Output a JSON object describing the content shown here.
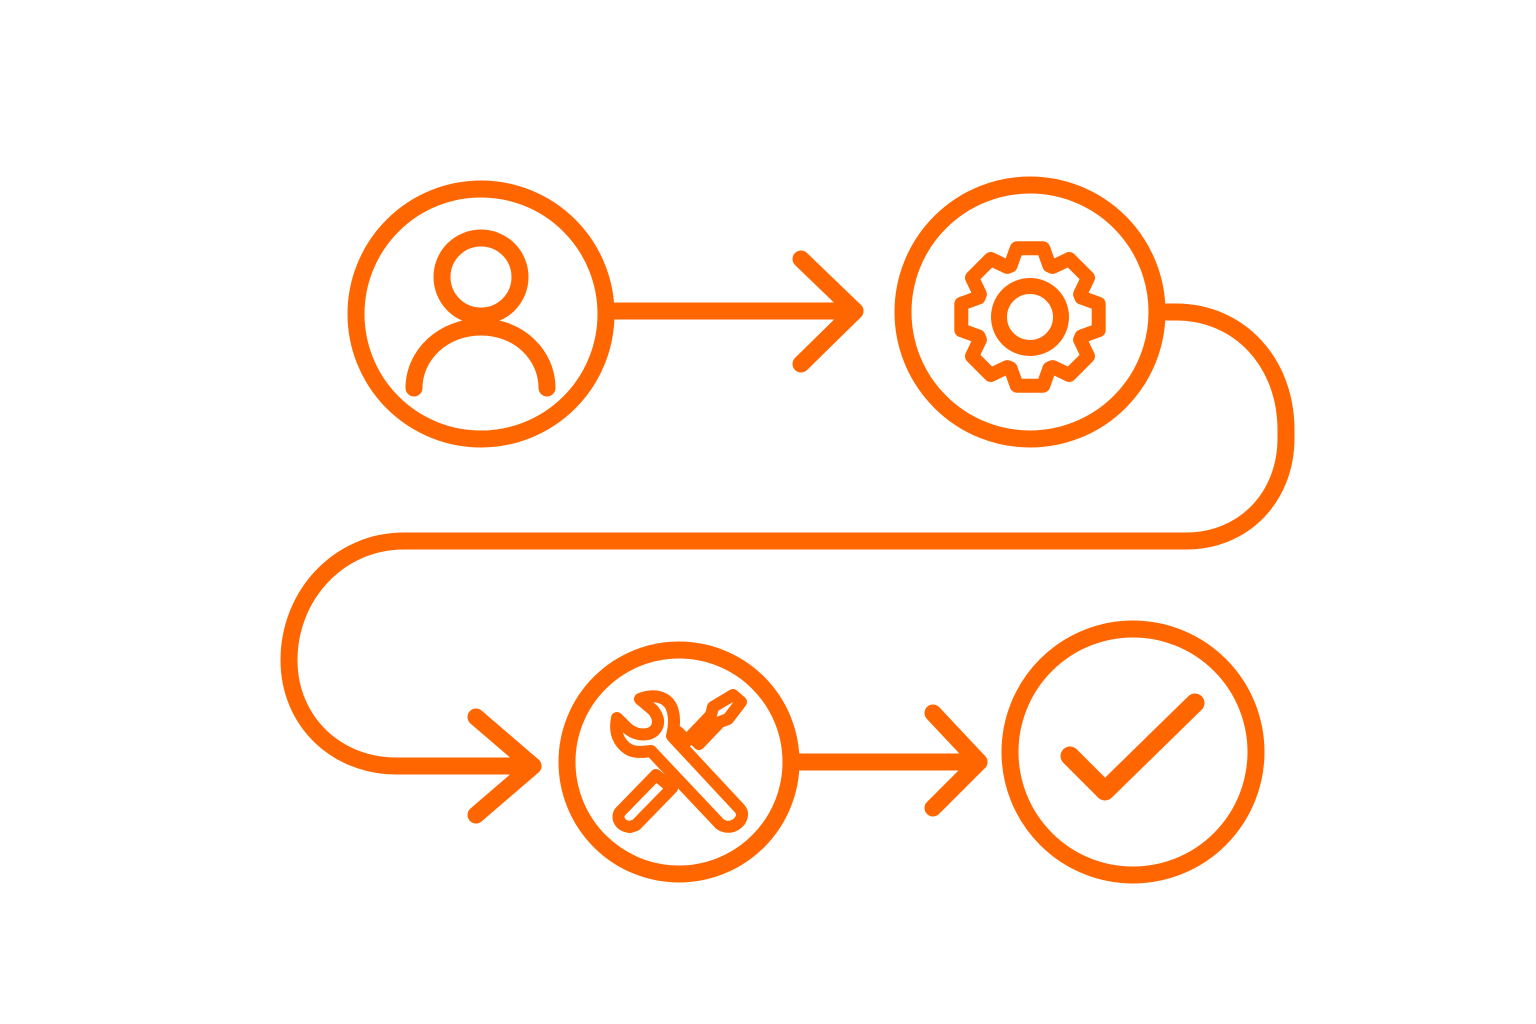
{
  "diagram": {
    "type": "process-flow",
    "stroke_color": "#FF6600",
    "background": "#FFFFFF",
    "nodes": [
      {
        "id": "user",
        "icon": "user-icon"
      },
      {
        "id": "settings",
        "icon": "gear-icon"
      },
      {
        "id": "tools",
        "icon": "wrench-screwdriver-icon"
      },
      {
        "id": "done",
        "icon": "checkmark-icon"
      }
    ],
    "connectors": [
      {
        "from": "user",
        "to": "settings",
        "style": "straight-arrow"
      },
      {
        "from": "settings",
        "to": "tools",
        "style": "s-curve-arrow"
      },
      {
        "from": "tools",
        "to": "done",
        "style": "straight-arrow"
      }
    ]
  }
}
